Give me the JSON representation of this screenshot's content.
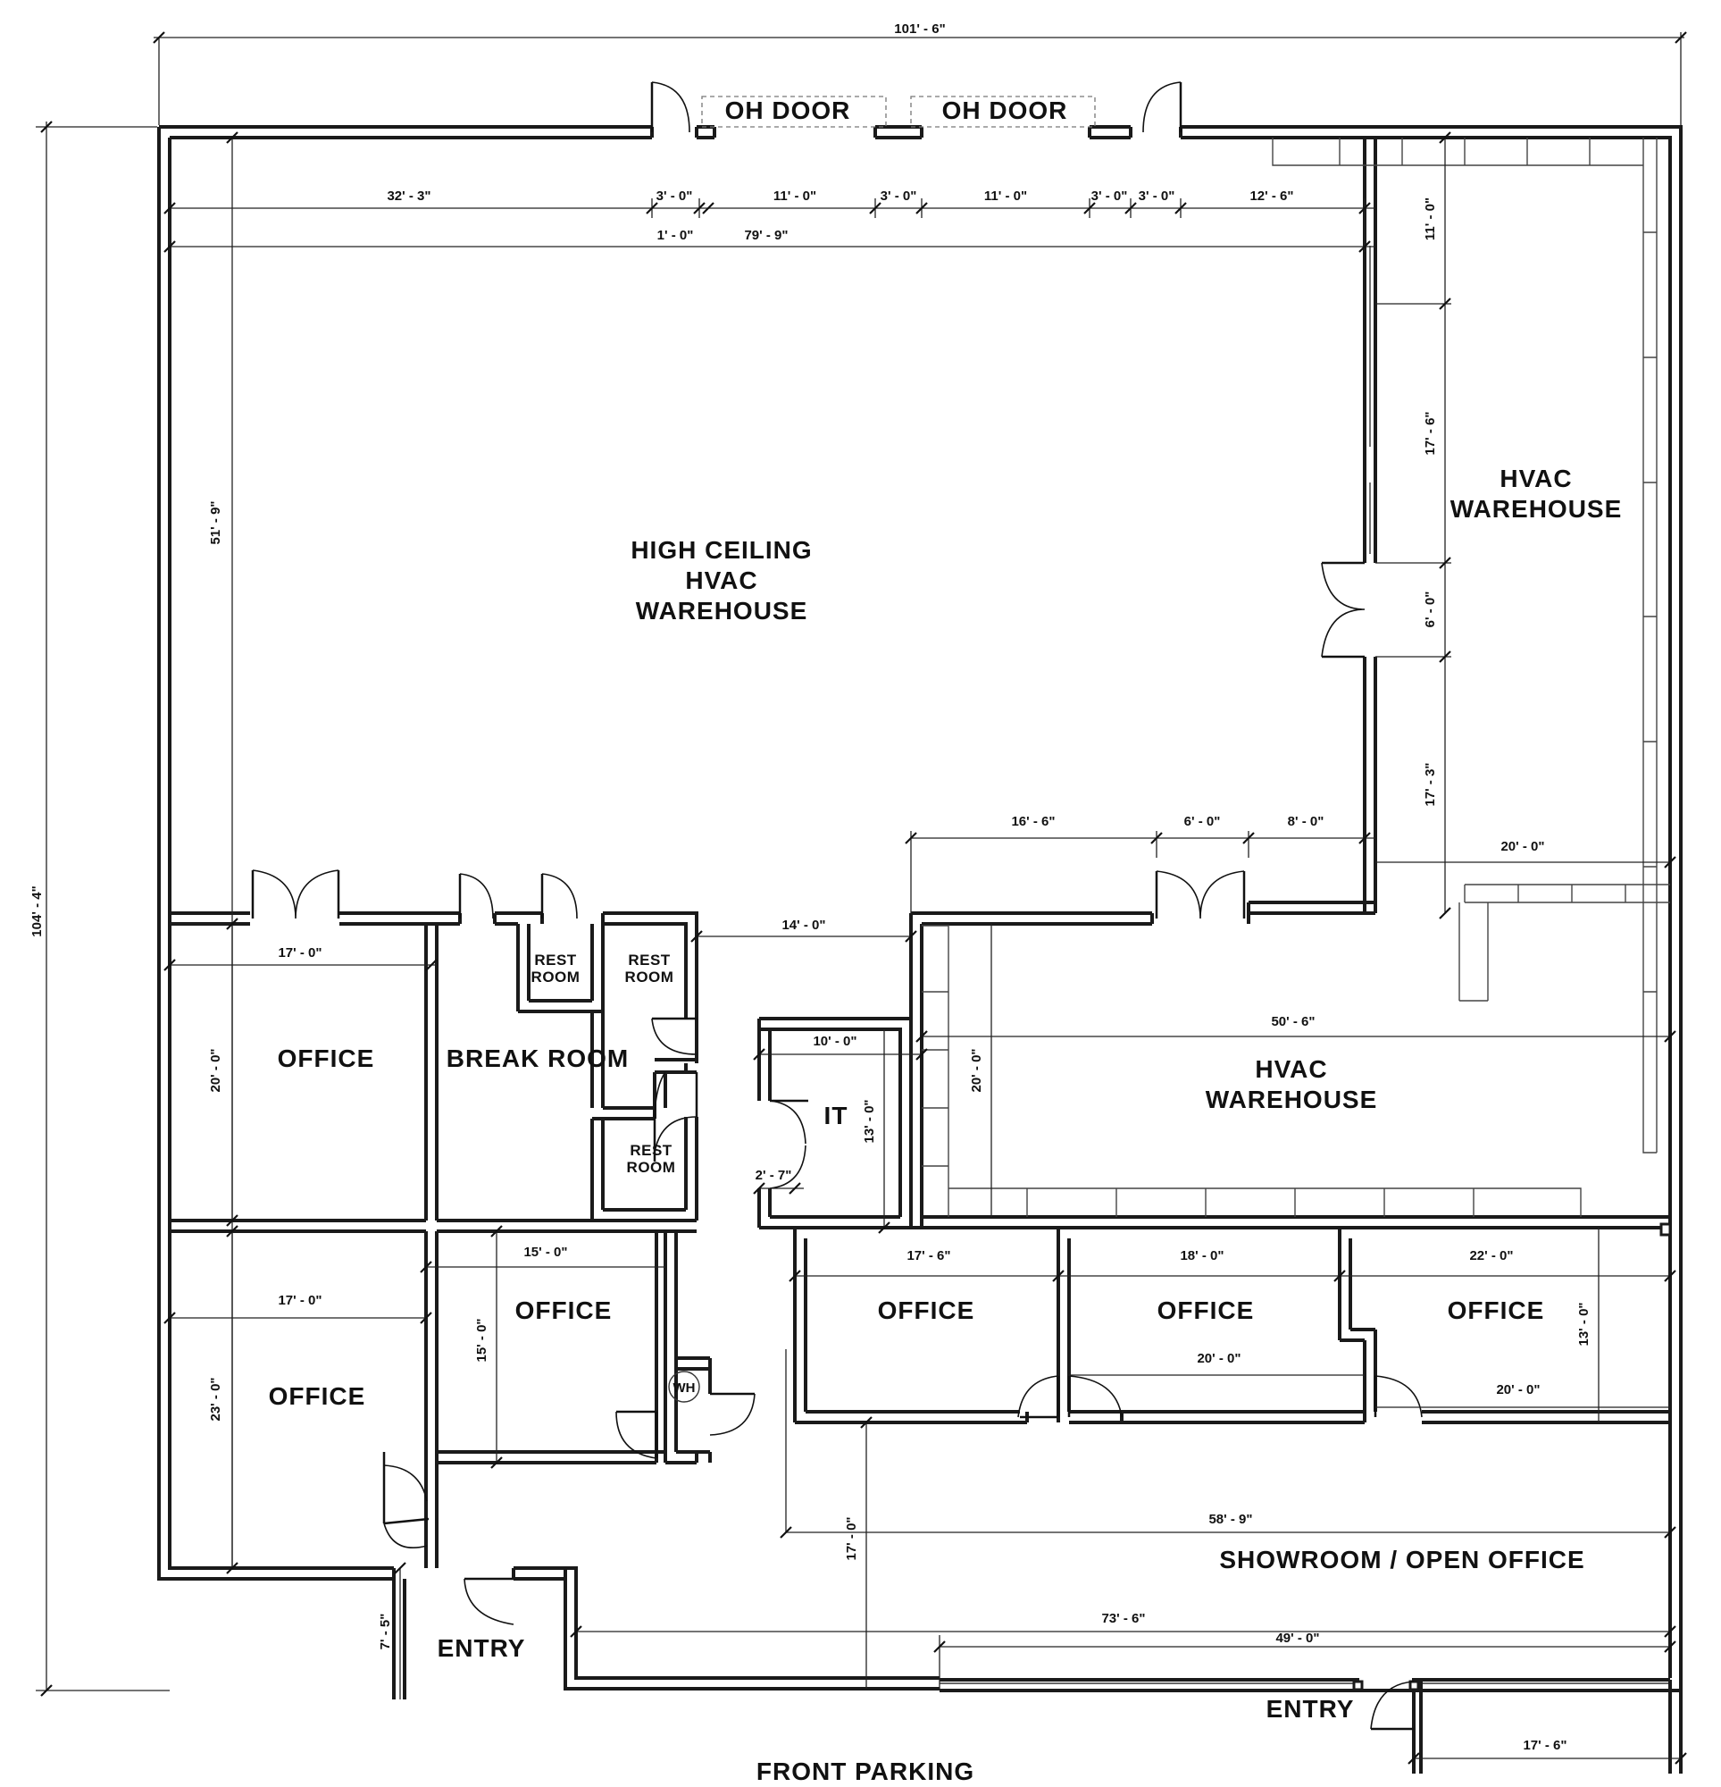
{
  "plan": {
    "rooms": {
      "high_ceiling_line1": "HIGH CEILING",
      "high_ceiling_line2": "HVAC",
      "high_ceiling_line3": "WAREHOUSE",
      "hvac_wh_east_line1": "HVAC",
      "hvac_wh_east_line2": "WAREHOUSE",
      "hvac_wh_mid_line1": "HVAC",
      "hvac_wh_mid_line2": "WAREHOUSE",
      "office_nw": "OFFICE",
      "break_room": "BREAK ROOM",
      "restroom_a_line1": "REST",
      "restroom_a_line2": "ROOM",
      "restroom_b_line1": "REST",
      "restroom_b_line2": "ROOM",
      "restroom_c_line1": "REST",
      "restroom_c_line2": "ROOM",
      "it": "IT",
      "office_sw": "OFFICE",
      "office_center": "OFFICE",
      "office_s1": "OFFICE",
      "office_s2": "OFFICE",
      "office_s3": "OFFICE",
      "water_heater": "WH",
      "showroom": "SHOWROOM  / OPEN OFFICE",
      "entry_west": "ENTRY",
      "entry_south": "ENTRY",
      "oh_door_1": "OH DOOR",
      "oh_door_2": "OH DOOR",
      "front_parking": "FRONT PARKING"
    },
    "dimensions": {
      "overall_width": "101' - 6\"",
      "overall_depth": "104' - 4\"",
      "n_32_3": "32' - 3\"",
      "n_3_0_a": "3' - 0\"",
      "n_11_0_a": "11' - 0\"",
      "n_3_0_b": "3' - 0\"",
      "n_11_0_b": "11' - 0\"",
      "n_3_0_c": "3' - 0\"",
      "n_3_0_d": "3' - 0\"",
      "n_12_6": "12' - 6\"",
      "n_1_0": "1' - 0\"",
      "n_79_9": "79' - 9\"",
      "w_51_9": "51' - 9\"",
      "e_11_0": "11' - 0\"",
      "e_17_6": "17' - 6\"",
      "e_6_0": "6' - 0\"",
      "e_17_3": "17' - 3\"",
      "m_16_6": "16' - 6\"",
      "m_6_0": "6' - 0\"",
      "m_8_0": "8' - 0\"",
      "e_20_0": "20' - 0\"",
      "hall_14_0": "14' - 0\"",
      "off_17_0_a": "17' - 0\"",
      "off_20_0": "20' - 0\"",
      "it_10_0": "10' - 0\"",
      "it_13_0": "13' - 0\"",
      "it_2_7": "2' - 7\"",
      "wh_20_0": "20' - 0\"",
      "wh_50_6": "50' - 6\"",
      "off_15_0_w": "15' - 0\"",
      "off_15_0_h": "15' - 0\"",
      "off_17_0_b": "17' - 0\"",
      "off_23_0": "23' - 0\"",
      "s1_17_6": "17' - 6\"",
      "s2_18_0": "18' - 0\"",
      "s3_22_0": "22' - 0\"",
      "s3_13_0": "13' - 0\"",
      "s2_20_0": "20' - 0\"",
      "s3_20_0": "20' - 0\"",
      "show_58_9": "58' - 9\"",
      "show_17_0": "17' - 0\"",
      "show_73_6": "73' - 6\"",
      "show_49_0": "49' - 0\"",
      "entry_7_5": "7' - 5\"",
      "entry_17_6": "17' - 6\""
    }
  }
}
